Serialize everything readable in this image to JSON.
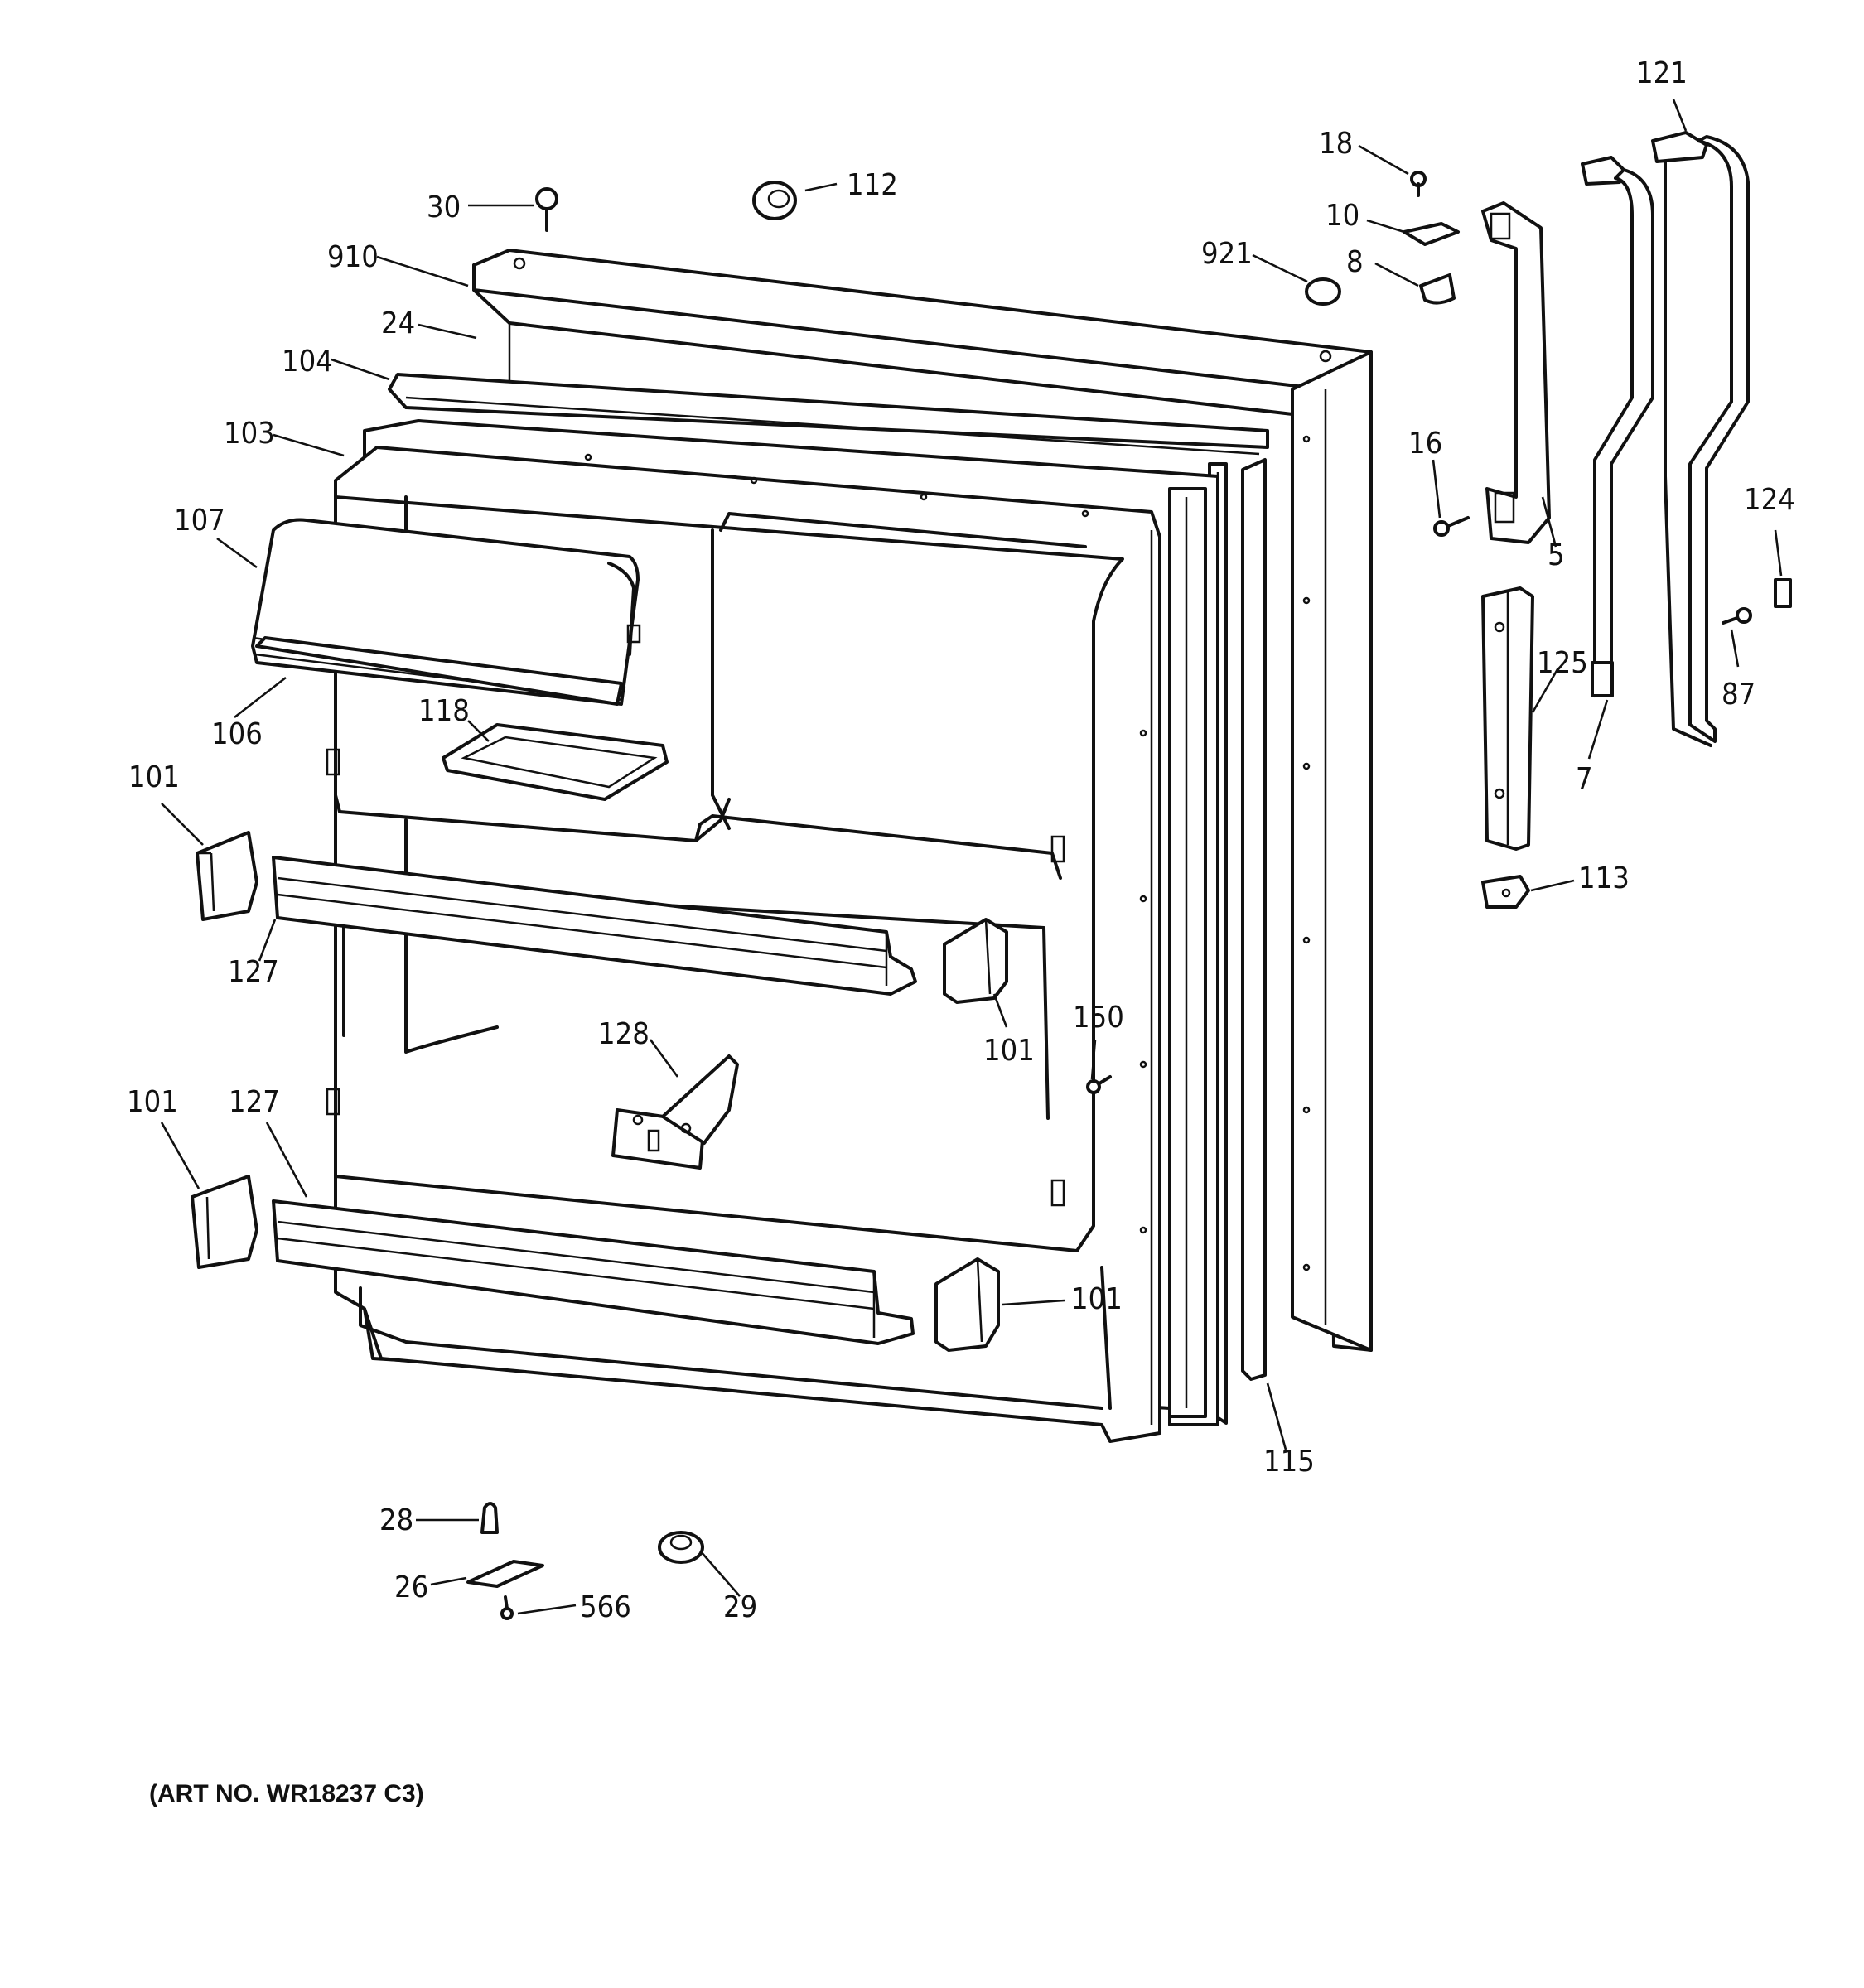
{
  "diagram": {
    "caption": "(ART NO. WR18237 C3)",
    "callouts": {
      "c121": "121",
      "c18": "18",
      "c112": "112",
      "c30": "30",
      "c10": "10",
      "c921": "921",
      "c8": "8",
      "c910": "910",
      "c24": "24",
      "c104": "104",
      "c16": "16",
      "c103": "103",
      "c124": "124",
      "c107": "107",
      "c5": "5",
      "c125": "125",
      "c87": "87",
      "c106": "106",
      "c118": "118",
      "c7": "7",
      "c101a": "101",
      "c113": "113",
      "c127a": "127",
      "c150": "150",
      "c128": "128",
      "c101b": "101",
      "c101c": "101",
      "c127b": "127",
      "c101d": "101",
      "c115": "115",
      "c28": "28",
      "c26": "26",
      "c29": "29",
      "c566": "566"
    }
  }
}
